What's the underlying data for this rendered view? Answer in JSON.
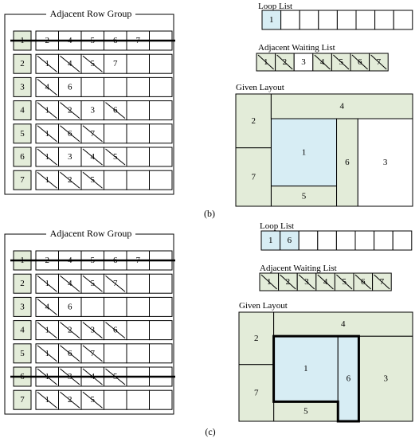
{
  "colors": {
    "green": "#e3ecd9",
    "blue": "#d7edf4",
    "white": "#ffffff",
    "stroke": "#000000"
  },
  "panels": [
    {
      "id": "b",
      "caption": "(b)",
      "group": {
        "title": "Adjacent Row Group",
        "rows": [
          {
            "label": "1",
            "cells": [
              {
                "v": "2",
                "d": false
              },
              {
                "v": "4",
                "d": false
              },
              {
                "v": "5",
                "d": false
              },
              {
                "v": "6",
                "d": false
              },
              {
                "v": "7",
                "d": false
              },
              {
                "v": "",
                "d": false
              }
            ],
            "strike": true
          },
          {
            "label": "2",
            "cells": [
              {
                "v": "1",
                "d": true
              },
              {
                "v": "4",
                "d": true
              },
              {
                "v": "5",
                "d": true
              },
              {
                "v": "7",
                "d": false
              },
              {
                "v": "",
                "d": false
              },
              {
                "v": "",
                "d": false
              }
            ],
            "strike": false
          },
          {
            "label": "3",
            "cells": [
              {
                "v": "4",
                "d": true
              },
              {
                "v": "6",
                "d": false
              },
              {
                "v": "",
                "d": false
              },
              {
                "v": "",
                "d": false
              },
              {
                "v": "",
                "d": false
              },
              {
                "v": "",
                "d": false
              }
            ],
            "strike": false
          },
          {
            "label": "4",
            "cells": [
              {
                "v": "1",
                "d": true
              },
              {
                "v": "2",
                "d": true
              },
              {
                "v": "3",
                "d": false
              },
              {
                "v": "6",
                "d": true
              },
              {
                "v": "",
                "d": false
              },
              {
                "v": "",
                "d": false
              }
            ],
            "strike": false
          },
          {
            "label": "5",
            "cells": [
              {
                "v": "1",
                "d": true
              },
              {
                "v": "6",
                "d": true
              },
              {
                "v": "7",
                "d": true
              },
              {
                "v": "",
                "d": false
              },
              {
                "v": "",
                "d": false
              },
              {
                "v": "",
                "d": false
              }
            ],
            "strike": false
          },
          {
            "label": "6",
            "cells": [
              {
                "v": "1",
                "d": true
              },
              {
                "v": "3",
                "d": false
              },
              {
                "v": "4",
                "d": true
              },
              {
                "v": "5",
                "d": true
              },
              {
                "v": "",
                "d": false
              },
              {
                "v": "",
                "d": false
              }
            ],
            "strike": false
          },
          {
            "label": "7",
            "cells": [
              {
                "v": "1",
                "d": true
              },
              {
                "v": "2",
                "d": true
              },
              {
                "v": "5",
                "d": true
              },
              {
                "v": "",
                "d": false
              },
              {
                "v": "",
                "d": false
              },
              {
                "v": "",
                "d": false
              }
            ],
            "strike": false
          }
        ]
      },
      "loop": {
        "title": "Loop List",
        "items": [
          "1",
          "",
          "",
          "",
          "",
          "",
          "",
          ""
        ]
      },
      "waiting": {
        "title": "Adjacent Waiting List",
        "items": [
          {
            "v": "1",
            "d": true
          },
          {
            "v": "2",
            "d": true
          },
          {
            "v": "3",
            "d": false
          },
          {
            "v": "4",
            "d": true
          },
          {
            "v": "5",
            "d": true
          },
          {
            "v": "6",
            "d": true
          },
          {
            "v": "7",
            "d": true
          }
        ]
      },
      "layout": {
        "title": "Given Layout",
        "rooms": [
          {
            "label": "1",
            "fill": "blue"
          },
          {
            "label": "2",
            "fill": "green"
          },
          {
            "label": "3",
            "fill": "white"
          },
          {
            "label": "4",
            "fill": "green"
          },
          {
            "label": "5",
            "fill": "green"
          },
          {
            "label": "6",
            "fill": "green"
          },
          {
            "label": "7",
            "fill": "green"
          }
        ],
        "outline": false
      }
    },
    {
      "id": "c",
      "caption": "(c)",
      "group": {
        "title": "Adjacent Row Group",
        "rows": [
          {
            "label": "1",
            "cells": [
              {
                "v": "2",
                "d": false
              },
              {
                "v": "4",
                "d": false
              },
              {
                "v": "5",
                "d": false
              },
              {
                "v": "6",
                "d": false
              },
              {
                "v": "7",
                "d": false
              },
              {
                "v": "",
                "d": false
              }
            ],
            "strike": true
          },
          {
            "label": "2",
            "cells": [
              {
                "v": "1",
                "d": true
              },
              {
                "v": "4",
                "d": true
              },
              {
                "v": "5",
                "d": true
              },
              {
                "v": "7",
                "d": true
              },
              {
                "v": "",
                "d": false
              },
              {
                "v": "",
                "d": false
              }
            ],
            "strike": false
          },
          {
            "label": "3",
            "cells": [
              {
                "v": "4",
                "d": true
              },
              {
                "v": "6",
                "d": false
              },
              {
                "v": "",
                "d": false
              },
              {
                "v": "",
                "d": false
              },
              {
                "v": "",
                "d": false
              },
              {
                "v": "",
                "d": false
              }
            ],
            "strike": false
          },
          {
            "label": "4",
            "cells": [
              {
                "v": "1",
                "d": true
              },
              {
                "v": "2",
                "d": true
              },
              {
                "v": "3",
                "d": true
              },
              {
                "v": "6",
                "d": true
              },
              {
                "v": "",
                "d": false
              },
              {
                "v": "",
                "d": false
              }
            ],
            "strike": false
          },
          {
            "label": "5",
            "cells": [
              {
                "v": "1",
                "d": true
              },
              {
                "v": "6",
                "d": true
              },
              {
                "v": "7",
                "d": true
              },
              {
                "v": "",
                "d": false
              },
              {
                "v": "",
                "d": false
              },
              {
                "v": "",
                "d": false
              }
            ],
            "strike": false
          },
          {
            "label": "6",
            "cells": [
              {
                "v": "1",
                "d": true
              },
              {
                "v": "3",
                "d": true
              },
              {
                "v": "4",
                "d": true
              },
              {
                "v": "5",
                "d": true
              },
              {
                "v": "",
                "d": false
              },
              {
                "v": "",
                "d": false
              }
            ],
            "strike": true
          },
          {
            "label": "7",
            "cells": [
              {
                "v": "1",
                "d": true
              },
              {
                "v": "2",
                "d": true
              },
              {
                "v": "5",
                "d": true
              },
              {
                "v": "",
                "d": false
              },
              {
                "v": "",
                "d": false
              },
              {
                "v": "",
                "d": false
              }
            ],
            "strike": false
          }
        ]
      },
      "loop": {
        "title": "Loop List",
        "items": [
          "1",
          "6",
          "",
          "",
          "",
          "",
          "",
          ""
        ]
      },
      "waiting": {
        "title": "Adjacent Waiting List",
        "items": [
          {
            "v": "1",
            "d": true
          },
          {
            "v": "2",
            "d": true
          },
          {
            "v": "3",
            "d": true
          },
          {
            "v": "4",
            "d": true
          },
          {
            "v": "5",
            "d": true
          },
          {
            "v": "6",
            "d": true
          },
          {
            "v": "7",
            "d": true
          }
        ]
      },
      "layout": {
        "title": "Given Layout",
        "rooms": [
          {
            "label": "1",
            "fill": "blue"
          },
          {
            "label": "2",
            "fill": "green"
          },
          {
            "label": "3",
            "fill": "green"
          },
          {
            "label": "4",
            "fill": "green"
          },
          {
            "label": "5",
            "fill": "green"
          },
          {
            "label": "6",
            "fill": "blue"
          },
          {
            "label": "7",
            "fill": "green"
          }
        ],
        "outline": true
      }
    }
  ]
}
